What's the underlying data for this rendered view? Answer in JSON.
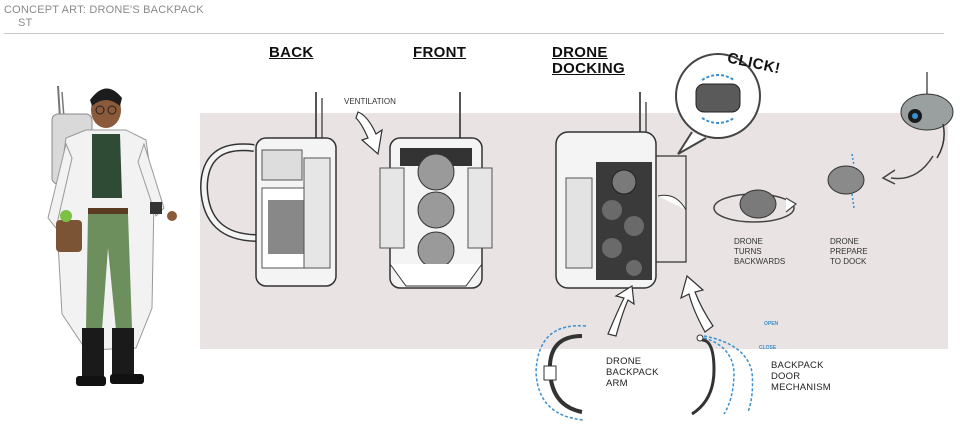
{
  "header": {
    "title": "CONCEPT ART: DRONE'S BACKPACK",
    "subtitle": "ST"
  },
  "headings": {
    "back": "BACK",
    "front": "FRONT",
    "drone_docking_line1": "DRONE",
    "drone_docking_line2": "DOCKING"
  },
  "annotations": {
    "ventilation": "VENTILATION",
    "click": "CLICK!",
    "drone_turns": [
      "DRONE",
      "TURNS",
      "BACKWARDS"
    ],
    "drone_prepare": [
      "DRONE",
      "PREPARE",
      "TO DOCK"
    ],
    "drone_backpack_arm": [
      "DRONE",
      "BACKPACK",
      "ARM"
    ],
    "backpack_door_mechanism": [
      "BACKPACK",
      "DOOR",
      "MECHANISM"
    ],
    "open": "OPEN",
    "close": "CLOSE"
  },
  "colors": {
    "panel": "#e9e3e3",
    "accent_blue": "#3a8fd0",
    "coat": "#f2f2f2",
    "pants": "#6d8f5d",
    "shirt": "#2f4a35"
  }
}
